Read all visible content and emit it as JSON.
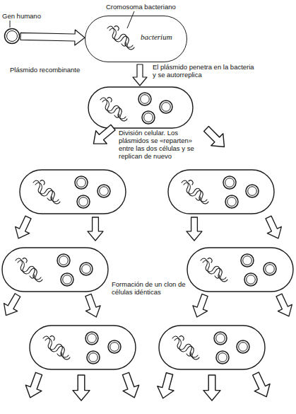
{
  "diagram": {
    "nodes": [
      {
        "text": [
          "Plásmido recombinante"
        ]
      },
      {
        "text": [
          "bacterium"
        ]
      }
    ],
    "edges": [
      {
        "from": 0,
        "to": 1,
        "arrow": "to"
      }
    ],
    "labels": [
      "Gen humano",
      "Cromosoma bacteriano",
      "El plásmido penetra en la bacteria y se autorreplica",
      "División celular. Los plásmidos se «reparten» entre las dos células y se replican de nuevo",
      "Formación de un clon de células idénticas"
    ]
  }
}
